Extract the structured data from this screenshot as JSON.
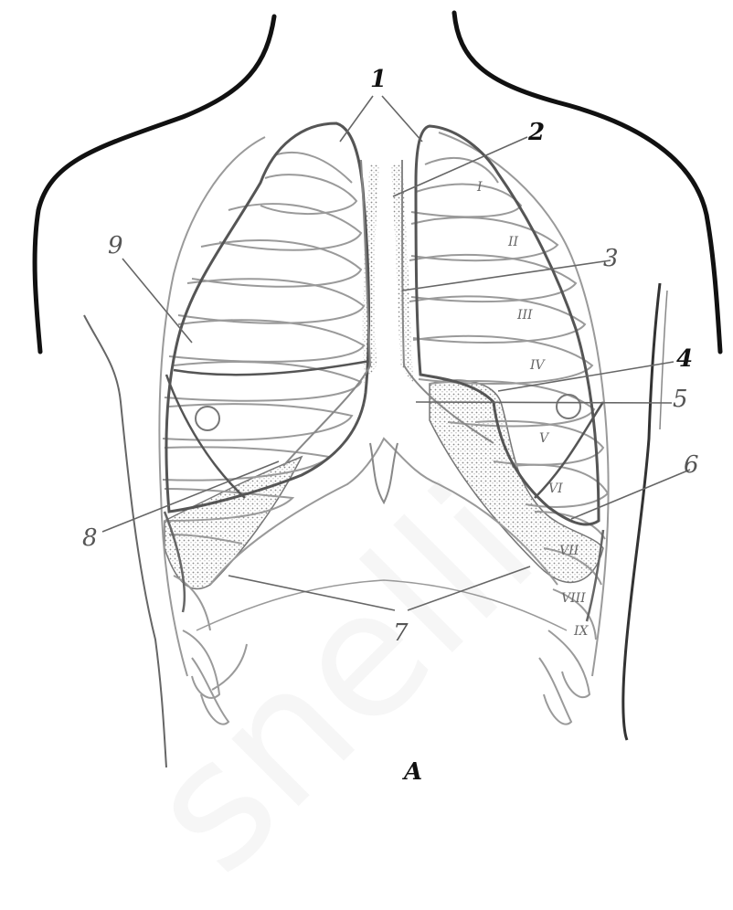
{
  "watermark": "snelli",
  "callouts": [
    "1",
    "2",
    "3",
    "4",
    "5",
    "6",
    "7",
    "8",
    "9"
  ],
  "rib_numerals": [
    "I",
    "II",
    "III",
    "IV",
    "V",
    "VI",
    "VII",
    "VIII",
    "IX"
  ],
  "caption": "A",
  "colors": {
    "outline": "#111111",
    "structure": "#6a6a6a",
    "rib": "#9a9a9a",
    "stipple": "#b8b8b8"
  }
}
